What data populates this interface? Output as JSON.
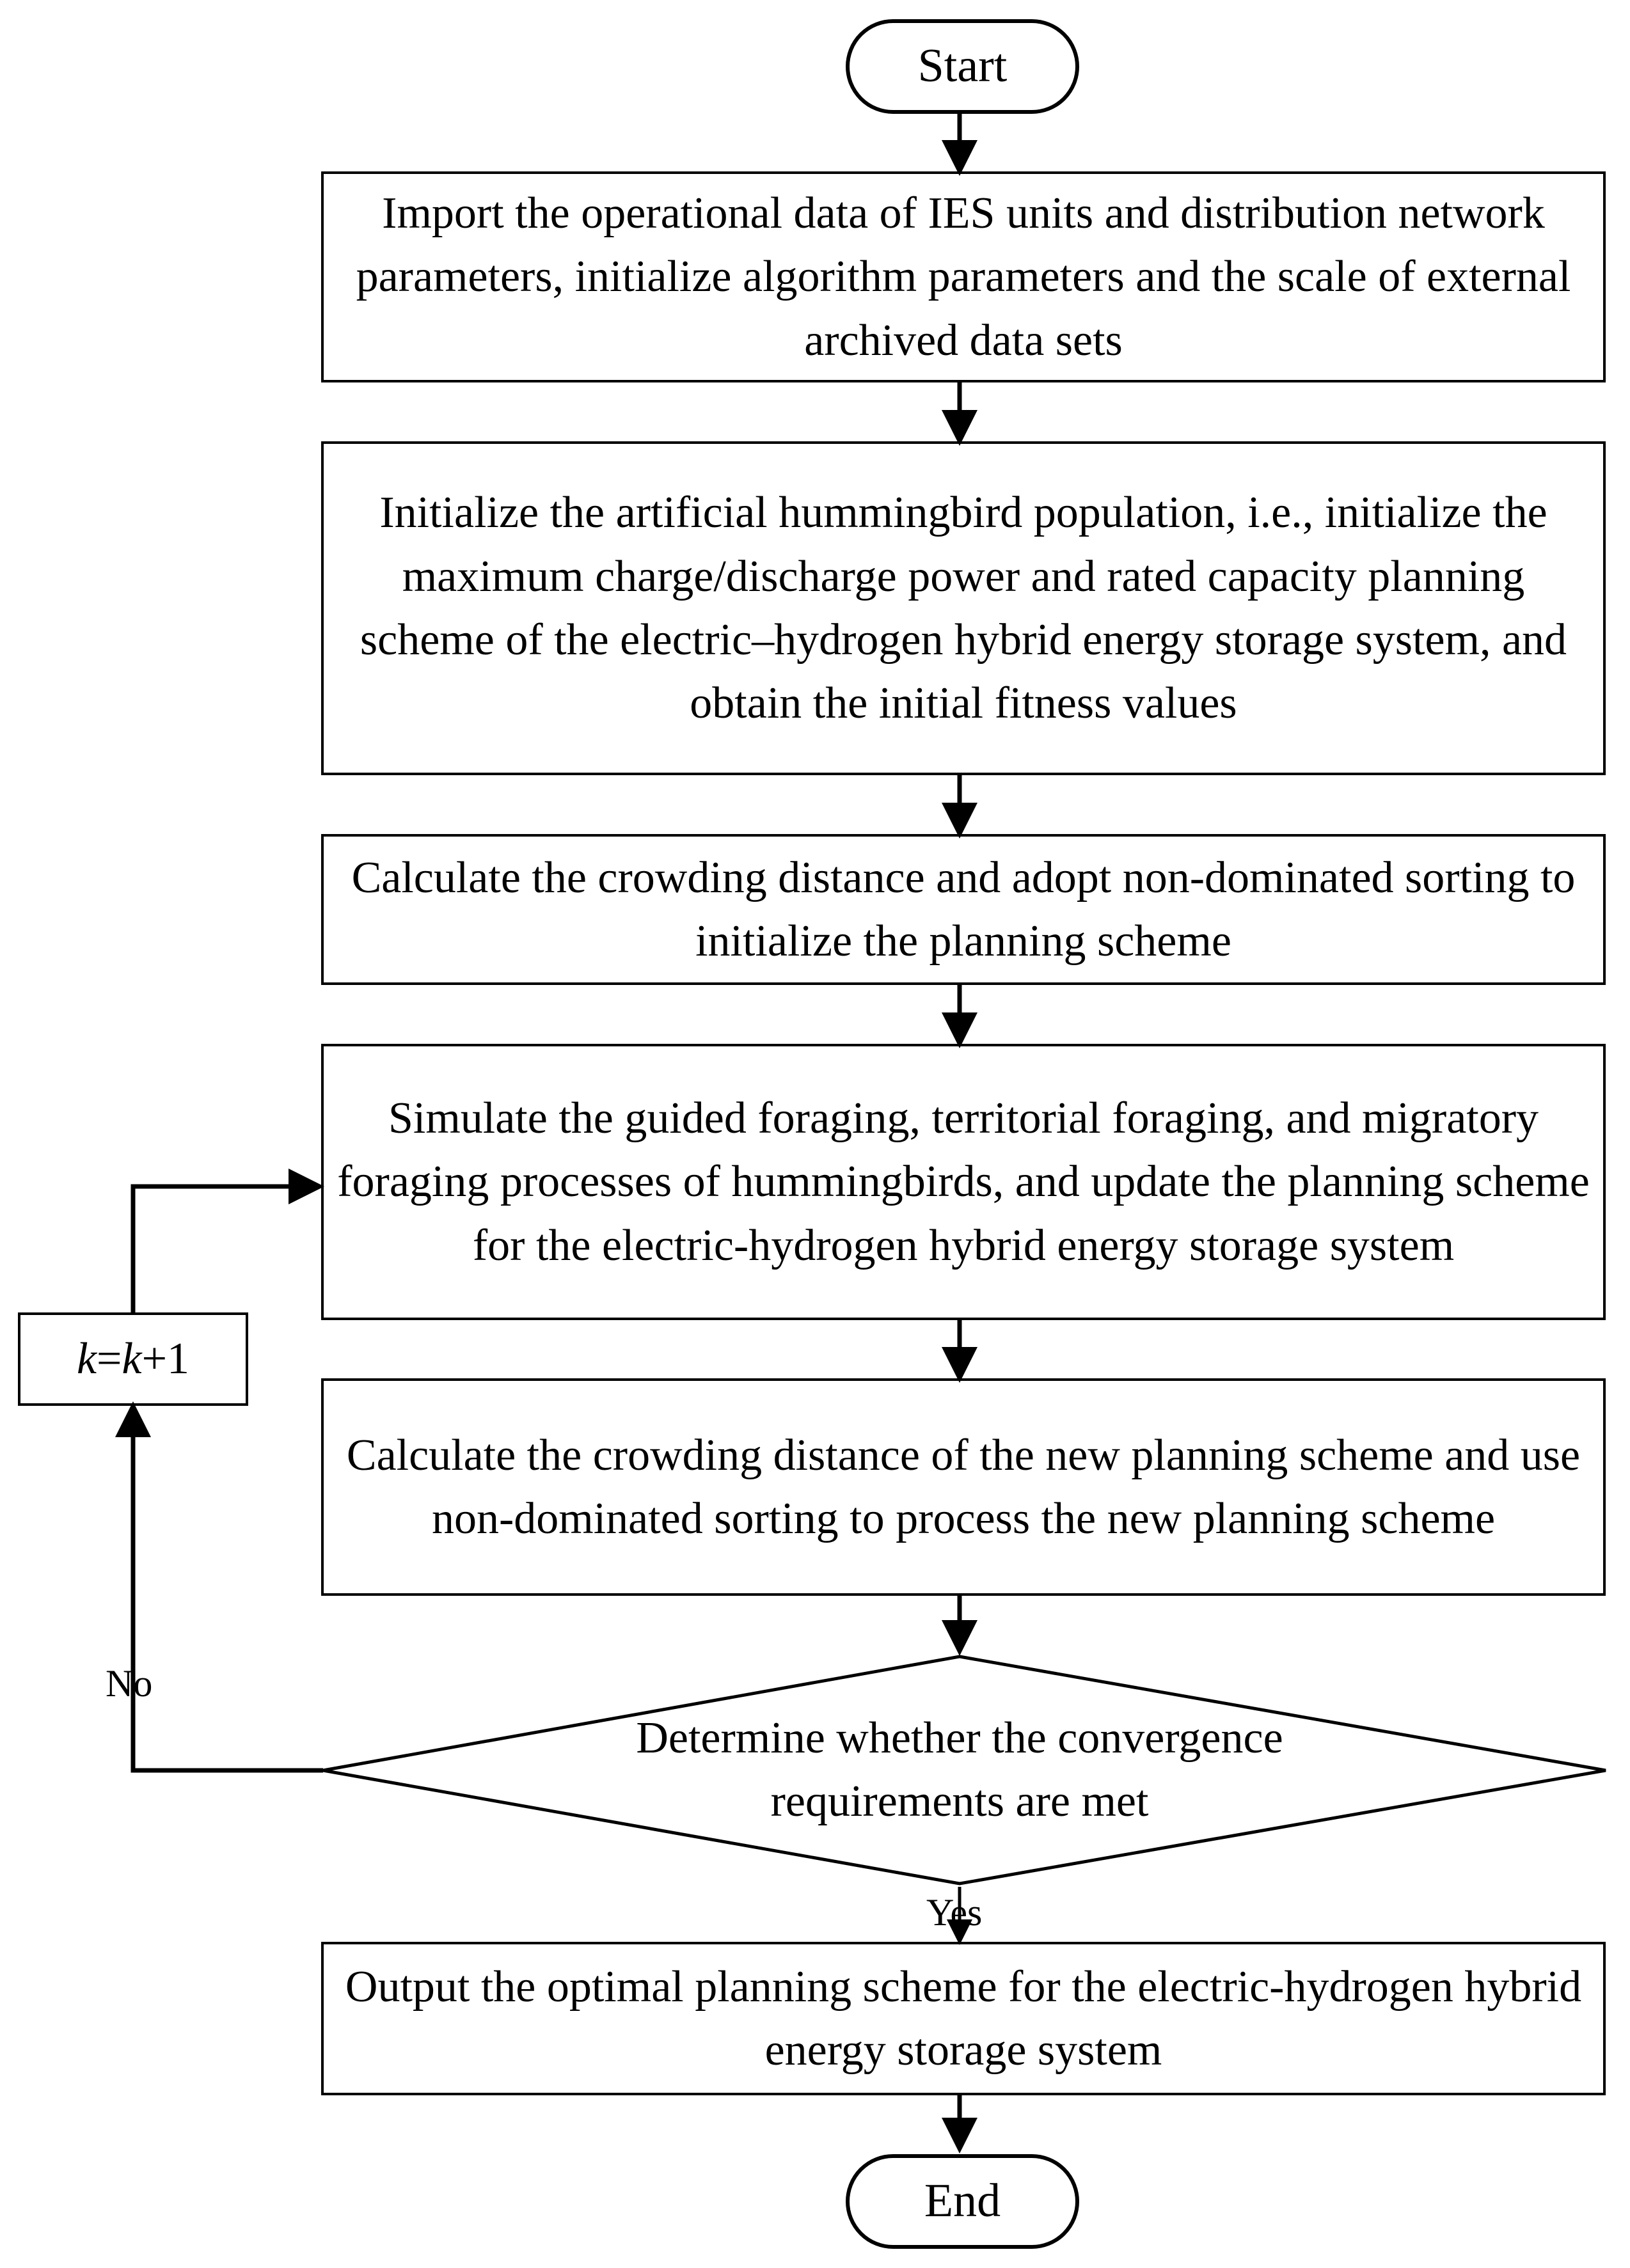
{
  "diagram": {
    "start": "Start",
    "end": "End",
    "steps": [
      "Import the operational data of IES units and distribution network parameters, initialize algorithm parameters and the scale of external archived data sets",
      "Initialize the artificial hummingbird population, i.e., initialize the maximum charge/discharge power and rated capacity planning scheme of the electric–hydrogen hybrid energy storage system, and obtain the initial fitness values",
      "Calculate the crowding distance and adopt non-dominated sorting to initialize the planning scheme",
      "Simulate the guided foraging, territorial foraging, and migratory foraging processes of hummingbirds, and update the planning scheme for the electric-hydrogen hybrid energy storage system",
      "Calculate the crowding distance of the new planning scheme and use non-dominated sorting to process the new planning scheme"
    ],
    "decision": "Determine whether the convergence requirements are met",
    "output": "Output the optimal planning scheme for the electric-hydrogen hybrid energy storage system",
    "loop_var": "k",
    "loop_op": "=",
    "loop_var2": "k",
    "loop_inc": "+1",
    "no_label": "No",
    "yes_label": "Yes"
  }
}
